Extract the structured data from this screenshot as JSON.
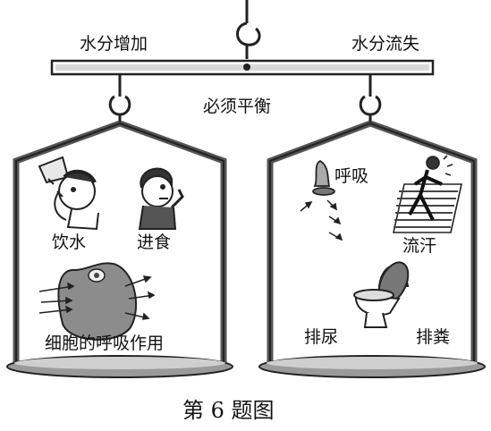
{
  "beam": {
    "left_label": "水分增加",
    "right_label": "水分流失",
    "center_label": "必须平衡"
  },
  "left_pan": {
    "items": [
      {
        "label": "饮水",
        "icon": "drinking-person-icon"
      },
      {
        "label": "进食",
        "icon": "eating-person-icon"
      },
      {
        "label": "细胞的呼吸作用",
        "icon": "cell-icon"
      }
    ]
  },
  "right_pan": {
    "items": [
      {
        "label": "呼吸",
        "icon": "nose-icon"
      },
      {
        "label": "流汗",
        "icon": "sweating-runner-icon"
      },
      {
        "label": "排尿",
        "icon": "toilet-icon"
      },
      {
        "label": "排粪",
        "icon": "toilet-icon"
      }
    ]
  },
  "caption": "第 6 题图",
  "colors": {
    "ink": "#222222",
    "pan_fill": "#9a9a9a",
    "cell_fill": "#8c8c8c"
  }
}
